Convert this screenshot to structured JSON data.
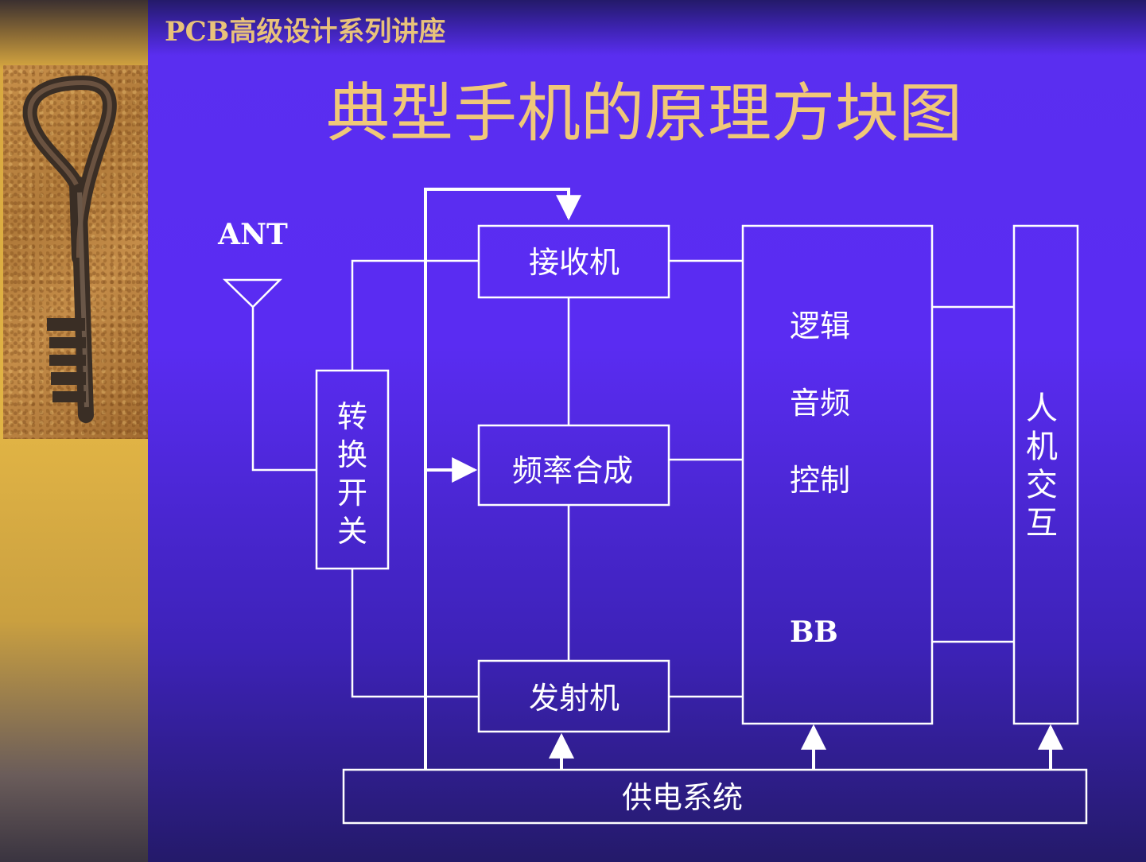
{
  "header": {
    "series_title": "PCB高级设计系列讲座",
    "slide_title": "典型手机的原理方块图"
  },
  "diagram": {
    "antenna_label": "ANT",
    "switch_lines": [
      "转",
      "换",
      "开",
      "关"
    ],
    "receiver_label": "接收机",
    "synthesizer_label": "频率合成",
    "transmitter_label": "发射机",
    "baseband_lines": [
      "逻辑",
      "音频",
      "控制"
    ],
    "baseband_bb_label": "BB",
    "hmi_lines": [
      "人",
      "机",
      "交",
      "互"
    ],
    "power_label": "供电系统"
  },
  "colors": {
    "accent_title": "#f0c878",
    "line": "#ffffff",
    "slide_background": "#5a2ef0"
  },
  "icons": {
    "antenna": "antenna-icon",
    "key": "key-image"
  }
}
